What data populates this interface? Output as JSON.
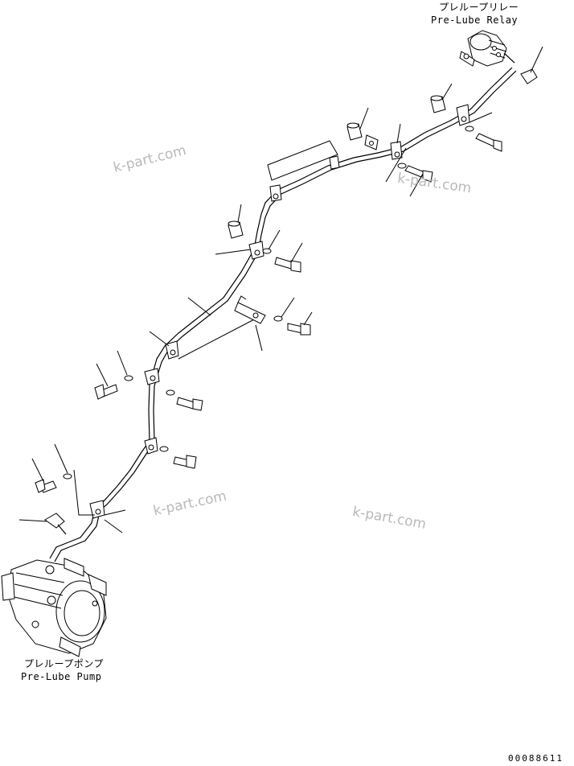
{
  "labels": {
    "relay_jp": "プレループリレー",
    "relay_en": "Pre-Lube Relay",
    "pump_jp": "プレループポンプ",
    "pump_en": "Pre-Lube Pump",
    "drawing_number": "00088611"
  },
  "watermarks": [
    "k-part.com",
    "k-part.com",
    "k-part.com",
    "k-part.com"
  ]
}
